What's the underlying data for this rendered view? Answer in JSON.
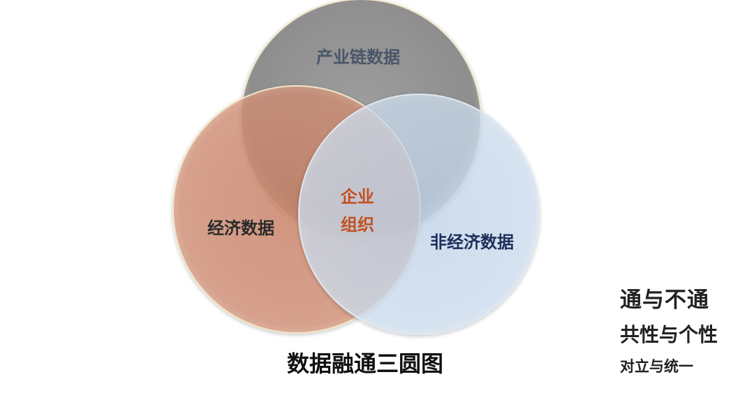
{
  "diagram": {
    "type": "venn-3",
    "caption": "数据融通三圆图",
    "circles": [
      {
        "id": "top",
        "label": "产业链数据",
        "fill": "#8c8c8c",
        "label_color": "#4a5568"
      },
      {
        "id": "left",
        "label": "经济数据",
        "fill": "#cf8a6e",
        "label_color": "#2b2b2b"
      },
      {
        "id": "right",
        "label": "非经济数据",
        "fill": "#c9dcef",
        "label_color": "#1f2f5a"
      }
    ],
    "center": {
      "line1": "企业",
      "line2": "组织",
      "color": "#c2511f"
    }
  },
  "notes": [
    "通与不通",
    "共性与个性",
    "对立与统一"
  ]
}
